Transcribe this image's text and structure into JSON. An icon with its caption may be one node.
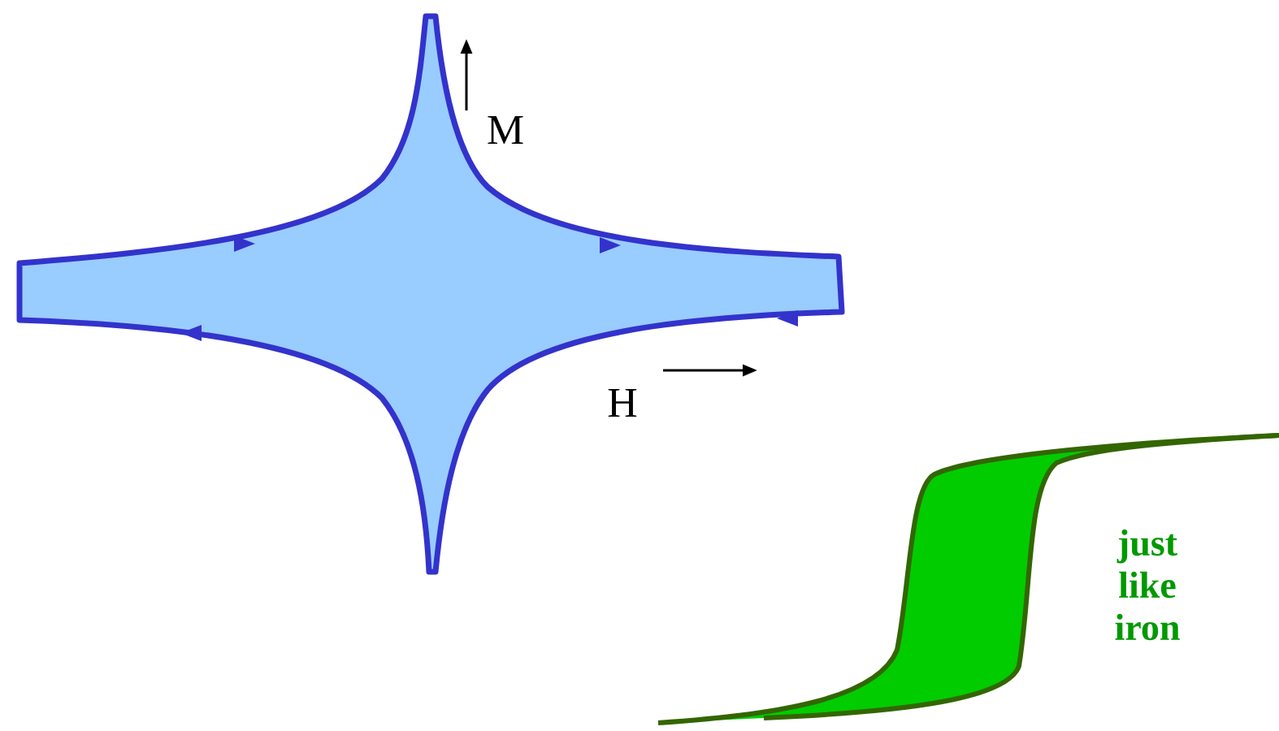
{
  "diagram": {
    "labels": [
      "M",
      "H",
      "just like iron"
    ]
  }
}
